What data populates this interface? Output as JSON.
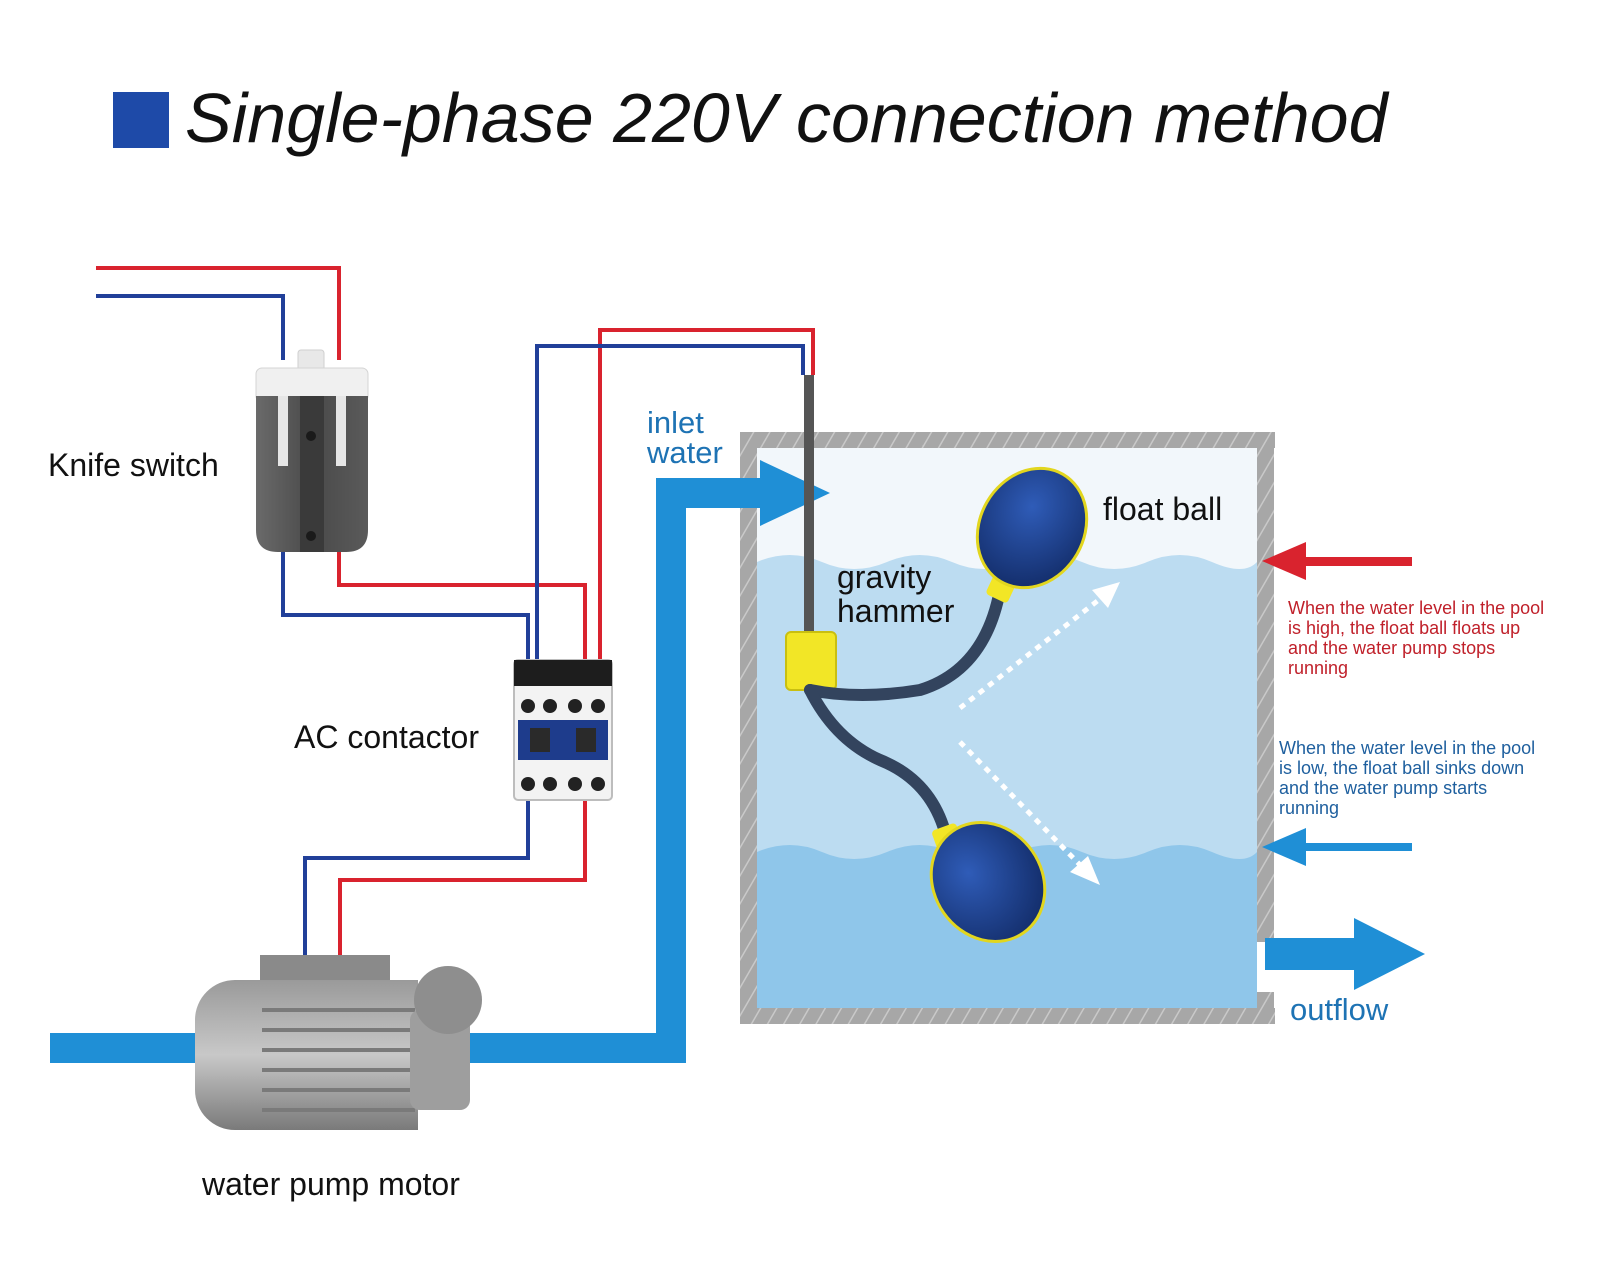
{
  "title": "Single-phase 220V connection method",
  "labels": {
    "knife_switch": "Knife switch",
    "ac_contactor": "AC contactor",
    "water_pump_motor": "water pump motor",
    "inlet_water_1": "inlet",
    "inlet_water_2": "water",
    "float_ball": "float ball",
    "gravity_hammer_1": "gravity",
    "gravity_hammer_2": "hammer",
    "outflow": "outflow"
  },
  "notes": {
    "high_level": [
      "When the water level in the pool",
      "is high, the float ball floats up",
      "and the water pump stops",
      "running"
    ],
    "low_level": [
      "When the water level in the pool",
      "is low, the float ball sinks down",
      "and the water pump starts",
      "running"
    ]
  },
  "colors": {
    "live_wire": "#d9232e",
    "neutral_wire": "#213f99",
    "water_pipe": "#1f8fd6",
    "title_square": "#1e4aa8",
    "tank_wall": "#9a9a9a",
    "water_light": "#cfe6f5",
    "water_mid": "#a9d2ee",
    "water_deep": "#8cc4ea",
    "float_body": "#1f3f86",
    "hammer_yellow": "#f2e626"
  },
  "icons": [
    "title-square-icon",
    "knife-switch-icon",
    "ac-contactor-icon",
    "pump-motor-icon",
    "float-ball-icon",
    "gravity-hammer-icon",
    "arrow-icon"
  ]
}
